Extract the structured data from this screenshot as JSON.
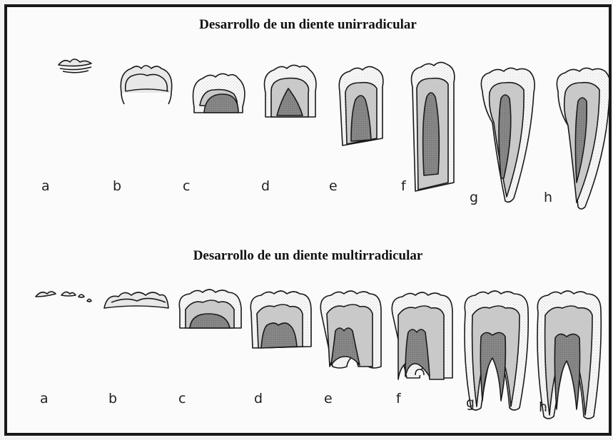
{
  "diagram": {
    "single_root": {
      "title": "Desarrollo de un diente unirradicular",
      "stages": [
        "a",
        "b",
        "c",
        "d",
        "e",
        "f",
        "g",
        "h"
      ]
    },
    "multi_root": {
      "title": "Desarrollo de un diente multirradicular",
      "stages": [
        "a",
        "b",
        "c",
        "d",
        "e",
        "f",
        "g",
        "h"
      ]
    },
    "colors": {
      "enamel_fill": "#e8e8e8",
      "dentin_fill": "#c9c9c9",
      "pulp_fill": "#8a8a8a",
      "outline": "#1a1a1a"
    }
  }
}
